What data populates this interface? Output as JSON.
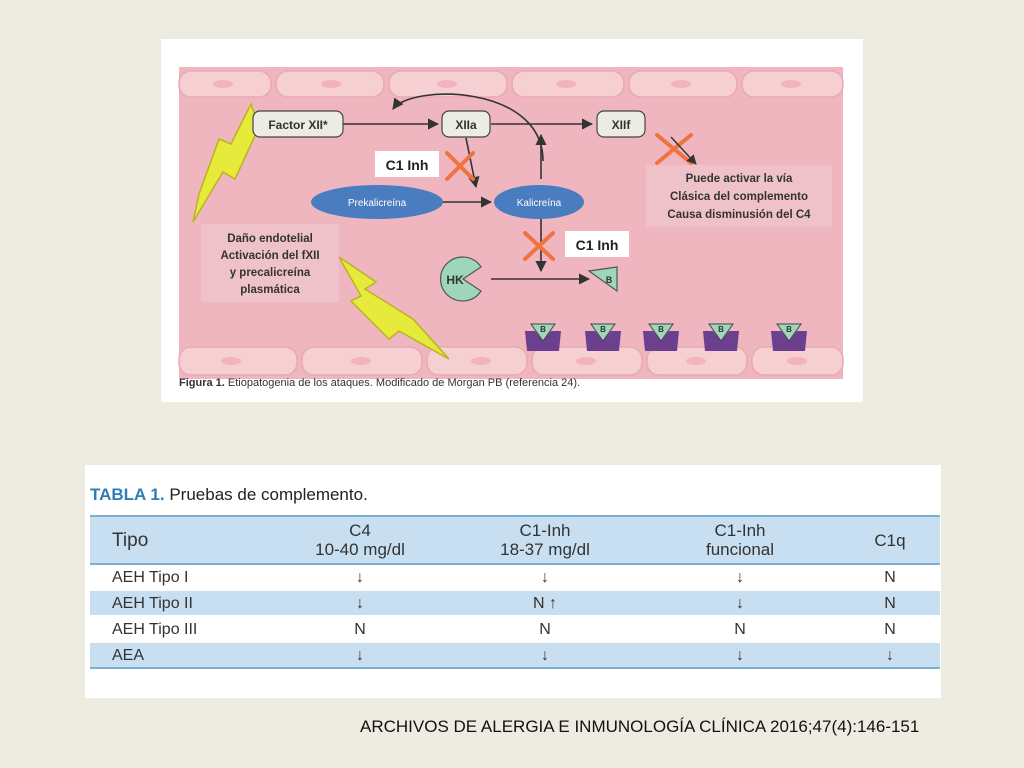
{
  "figure": {
    "labels": {
      "factor_xii": "Factor XII*",
      "xiia": "XIIa",
      "xiif": "XIIf",
      "c1inh_top": "C1 Inh",
      "c1inh_bottom": "C1 Inh",
      "prekalicreina": "Prekalicreína",
      "kalicreina": "Kalicreína",
      "hk": "HK",
      "b": "B"
    },
    "note_left": [
      "Daño endotelial",
      "Activación del fXII",
      "y precalicreína",
      "plasmática"
    ],
    "note_right": [
      "Puede activar la vía",
      "Clásica del complemento",
      "Causa disminusión del C4"
    ],
    "caption_label": "Figura 1.",
    "caption_text": "Etiopatogenia de los ataques. Modificado de Morgan PB (referencia 24).",
    "colors": {
      "vessel": "#efb6bf",
      "cell": "#f6cfd3",
      "node_fill": "#ecebe4",
      "ellipse": "#4a7cc0",
      "cross": "#f0733d",
      "lightning": "#e6ea3a",
      "receptor": "#6d3f8f",
      "bradykinin": "#9dd6b8"
    }
  },
  "table": {
    "label": "TABLA 1.",
    "title": "Pruebas de complemento.",
    "headers": [
      {
        "l1": "",
        "l2": "Tipo"
      },
      {
        "l1": "C4",
        "l2": "10-40 mg/dl"
      },
      {
        "l1": "C1-Inh",
        "l2": "18-37 mg/dl"
      },
      {
        "l1": "C1-Inh",
        "l2": "funcional"
      },
      {
        "l1": "",
        "l2": "C1q"
      }
    ],
    "rows": [
      {
        "tipo": "AEH Tipo I",
        "c4": "↓",
        "c1inh": "↓",
        "c1func": "↓",
        "c1q": "N"
      },
      {
        "tipo": "AEH Tipo II",
        "c4": "↓",
        "c1inh": "N ↑",
        "c1func": "↓",
        "c1q": "N"
      },
      {
        "tipo": "AEH Tipo III",
        "c4": "N",
        "c1inh": "N",
        "c1func": "N",
        "c1q": "N"
      },
      {
        "tipo": "AEA",
        "c4": "↓",
        "c1inh": "↓",
        "c1func": "↓",
        "c1q": "↓"
      }
    ]
  },
  "citation": "ARCHIVOS DE ALERGIA E INMUNOLOGÍA CLÍNICA 2016;47(4):146-151"
}
